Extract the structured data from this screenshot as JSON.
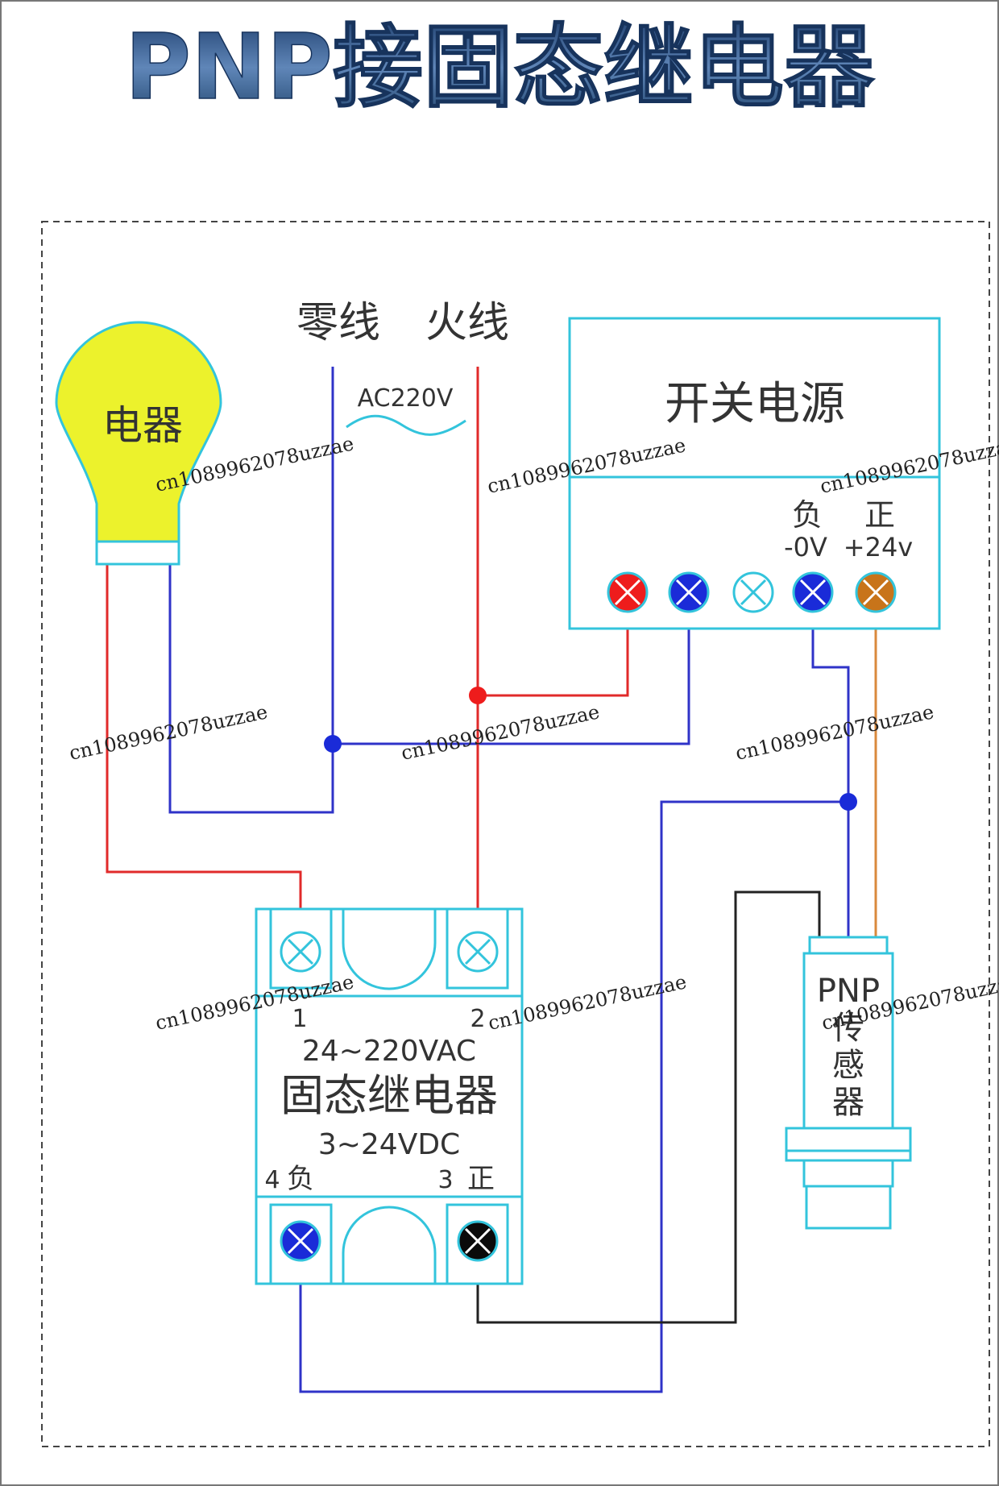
{
  "title": "PNP接固态继电器",
  "labels": {
    "neutral_wire": "零线",
    "live_wire": "火线",
    "ac_voltage": "AC220V",
    "appliance": "电器",
    "power_supply": "开关电源",
    "psu_negative": "负",
    "psu_positive": "正",
    "psu_negative_v": "-0V",
    "psu_positive_v": "+24v"
  },
  "relay": {
    "terminal_1": "1",
    "terminal_2": "2",
    "terminal_3": "3",
    "terminal_4": "4",
    "terminal_4_label": "负",
    "terminal_3_label": "正",
    "ac_range": "24~220VAC",
    "name": "固态继电器",
    "dc_range": "3~24VDC"
  },
  "sensor": {
    "line1": "PNP",
    "line2": "传",
    "line3": "感",
    "line4": "器"
  },
  "watermark": "cn1089962078uzzae",
  "colors": {
    "outline": "#33c4dc",
    "bulb_fill": "#ecf22c",
    "neutral": "#2f33c8",
    "live": "#e12a2a",
    "signal": "#222222",
    "positive": "#d9893c",
    "terminal_red": "#ee1c1c",
    "terminal_blue": "#1a2bd8",
    "terminal_orange": "#c8741a",
    "terminal_black": "#0a0a0a",
    "title": "#2f5a8c"
  },
  "icons": [
    "terminal-screw-icon",
    "bulb-icon"
  ]
}
